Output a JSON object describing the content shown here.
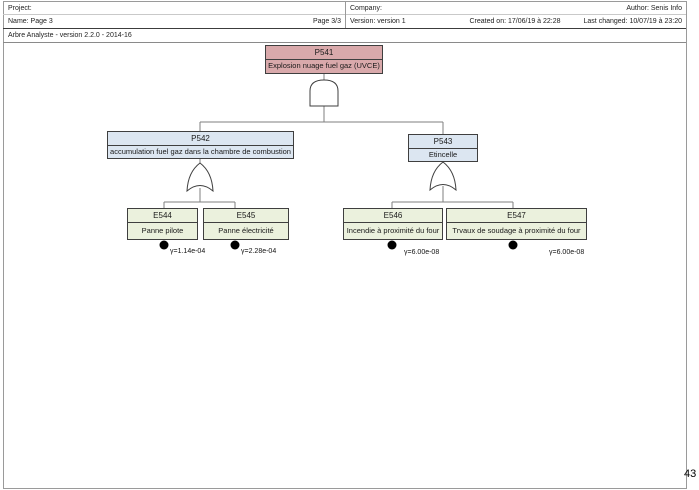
{
  "header": {
    "project_label": "Project:",
    "company_label": "Company:",
    "author_label": "Author: Senis Info",
    "name_label": "Name: Page 3",
    "page_label": "Page 3/3",
    "version_label": "Version: version 1",
    "created_label": "Created on: 17/06/19 à 22:28",
    "last_changed_label": "Last changed: 10/07/19 à 23:20",
    "app_version": "Arbre Analyste - version 2.2.0 - 2014-16"
  },
  "page_number": "43",
  "tree": {
    "colors": {
      "top": "#d9a9ab",
      "intermediate": "#dce6f1",
      "basic": "#ebf1dd"
    },
    "nodes": [
      {
        "id": "P541",
        "label": "Explosion nuage fuel gaz (UVCE)",
        "type": "top",
        "gate": "and"
      },
      {
        "id": "P542",
        "label": "accumulation fuel gaz dans la chambre de combustion",
        "type": "intermediate",
        "gate": "or"
      },
      {
        "id": "P543",
        "label": "Etincelle",
        "type": "intermediate",
        "gate": "or"
      },
      {
        "id": "E544",
        "label": "Panne pilote",
        "type": "basic",
        "gamma": "γ=1.14e-04"
      },
      {
        "id": "E545",
        "label": "Panne électricité",
        "type": "basic",
        "gamma": "γ=2.28e-04"
      },
      {
        "id": "E546",
        "label": "Incendie à proximité du four",
        "type": "basic",
        "gamma": "γ=6.00e-08"
      },
      {
        "id": "E547",
        "label": "Trvaux de soudage à proximité du four",
        "type": "basic",
        "gamma": "γ=6.00e-08"
      }
    ]
  }
}
